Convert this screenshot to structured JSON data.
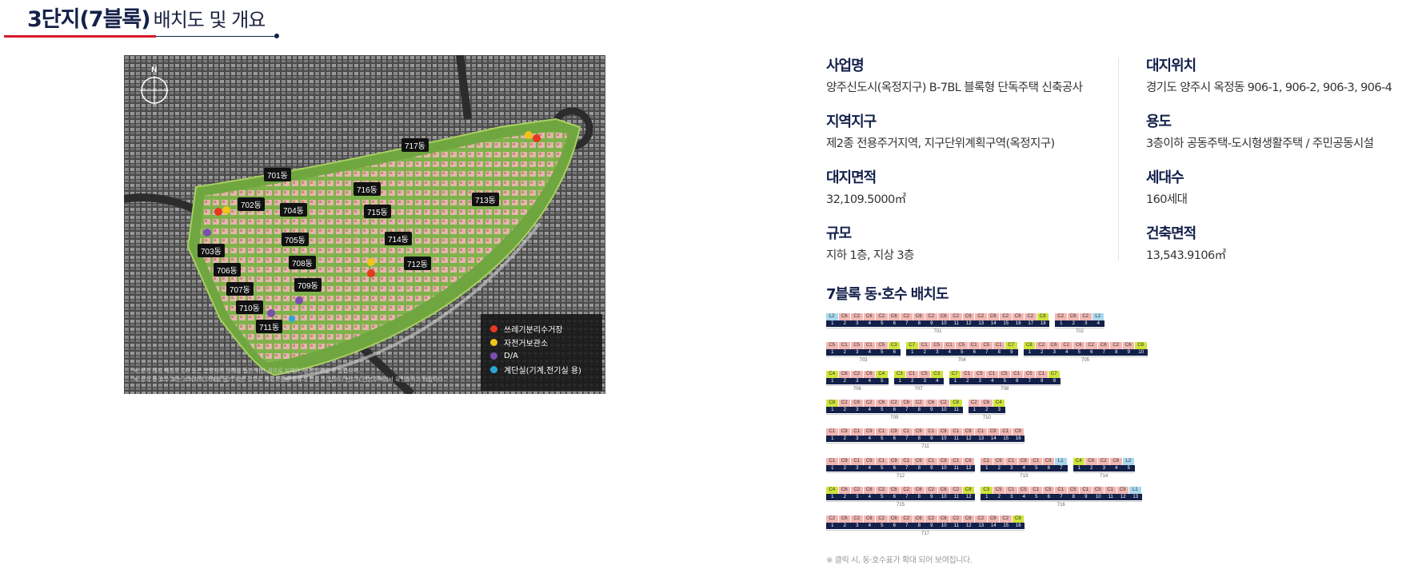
{
  "header": {
    "main": "3단지(7블록)",
    "sub": "배치도 및 개요"
  },
  "map": {
    "compass_label": "N",
    "dongs": [
      "701동",
      "702동",
      "703동",
      "704동",
      "705동",
      "706동",
      "707동",
      "708동",
      "709동",
      "710동",
      "711동",
      "712동",
      "713동",
      "714동",
      "715동",
      "716동",
      "717동"
    ],
    "legend": [
      {
        "label": "쓰레기분리수거장",
        "color": "#e8381f"
      },
      {
        "label": "자전거보관소",
        "color": "#f0c419"
      },
      {
        "label": "D/A",
        "color": "#7a4fb0"
      },
      {
        "label": "계단실(기계,전기실 용)",
        "color": "#2aa7d8"
      }
    ],
    "notes": [
      "※ 상기 대지 배치도 CG 등은 분양자의 이해를 돕기 위한 것으로 실제와 차이가 있을 수 있습니다.",
      "※ 상기 동·호수 표는 소비자의 이해를 돕기 위한 것으로 계획과정상 오류가 있을 수 있으니 반드시 견본주택에서 확인하시기 바랍니다."
    ]
  },
  "info": {
    "col1": [
      {
        "label": "사업명",
        "value": "양주신도시(옥정지구) B-7BL 블록형 단독주택 신축공사"
      },
      {
        "label": "지역지구",
        "value": "제2종 전용주거지역, 지구단위계획구역(옥정지구)"
      },
      {
        "label": "대지면적",
        "value": "32,109.5000㎡"
      },
      {
        "label": "규모",
        "value": "지하 1층, 지상 3층"
      }
    ],
    "col2": [
      {
        "label": "대지위치",
        "value": "경기도 양주시 옥정동 906-1, 906-2, 906-3, 906-4"
      },
      {
        "label": "용도",
        "value": "3층이하 공동주택-도시형생활주택 / 주민공동시설"
      },
      {
        "label": "세대수",
        "value": "160세대"
      },
      {
        "label": "건축면적",
        "value": "13,543.9106㎡"
      }
    ]
  },
  "units_title": "7블록 동·호수 배치도",
  "unit_colors": {
    "L": "#a9d8ee",
    "C": "#f2b7b3",
    "Cg": "#cfe33c"
  },
  "unit_rows": [
    [
      {
        "name": "701",
        "types": [
          "L2",
          "C6",
          "C2",
          "C6",
          "C2",
          "C6",
          "C2",
          "C6",
          "C2",
          "C6",
          "C2",
          "C6",
          "C2",
          "C6",
          "C2",
          "C6",
          "C2",
          "C8"
        ]
      },
      {
        "name": "702",
        "types": [
          "C2",
          "C6",
          "C2",
          "L2"
        ]
      }
    ],
    [
      {
        "name": "703",
        "types": [
          "C5",
          "C1",
          "C5",
          "C1",
          "C5",
          "C3"
        ]
      },
      {
        "name": "704",
        "types": [
          "C7",
          "C1",
          "C5",
          "C1",
          "C5",
          "C1",
          "C5",
          "C1",
          "C7"
        ]
      },
      {
        "name": "705",
        "types": [
          "C8",
          "C2",
          "C6",
          "C2",
          "C6",
          "C2",
          "C6",
          "C2",
          "C6",
          "C8"
        ]
      }
    ],
    [
      {
        "name": "706",
        "types": [
          "C4",
          "C6",
          "C2",
          "C6",
          "C4"
        ]
      },
      {
        "name": "707",
        "types": [
          "C3",
          "C1",
          "C5",
          "C3"
        ]
      },
      {
        "name": "708",
        "types": [
          "C7",
          "C1",
          "C5",
          "C1",
          "C5",
          "C1",
          "C5",
          "C1",
          "C7"
        ]
      }
    ],
    [
      {
        "name": "709",
        "types": [
          "C8",
          "C2",
          "C6",
          "C2",
          "C6",
          "C2",
          "C6",
          "C2",
          "C6",
          "C2",
          "C8"
        ]
      },
      {
        "name": "710",
        "types": [
          "C2",
          "C6",
          "C4"
        ]
      }
    ],
    [
      {
        "name": "711",
        "types": [
          "C1",
          "C9",
          "C1",
          "C9",
          "C1",
          "C9",
          "C1",
          "C9",
          "C1",
          "C9",
          "C1",
          "C9",
          "C1",
          "C9",
          "C1",
          "C9"
        ]
      }
    ],
    [
      {
        "name": "712",
        "types": [
          "C1",
          "C9",
          "C1",
          "C9",
          "C1",
          "C9",
          "C1",
          "C9",
          "C1",
          "C9",
          "C1",
          "C9"
        ]
      },
      {
        "name": "713",
        "types": [
          "C1",
          "C9",
          "C1",
          "C9",
          "C1",
          "C9",
          "L1"
        ]
      },
      {
        "name": "714",
        "types": [
          "C4",
          "C6",
          "C2",
          "C6",
          "L2"
        ]
      }
    ],
    [
      {
        "name": "715",
        "types": [
          "C4",
          "C6",
          "C2",
          "C6",
          "C2",
          "C6",
          "C2",
          "C6",
          "C2",
          "C6",
          "C2",
          "C8"
        ]
      },
      {
        "name": "716",
        "types": [
          "C3",
          "C5",
          "C1",
          "C5",
          "C1",
          "C5",
          "C1",
          "C5",
          "C1",
          "C5",
          "C1",
          "C5",
          "L1"
        ]
      }
    ],
    [
      {
        "name": "717",
        "types": [
          "C2",
          "C6",
          "C2",
          "C6",
          "C2",
          "C6",
          "C2",
          "C6",
          "C2",
          "C6",
          "C2",
          "C6",
          "C2",
          "C6",
          "C2",
          "C8"
        ]
      }
    ]
  ],
  "footnote": "※ 클릭 시, 동·호수표가 확대 되어 보여집니다."
}
